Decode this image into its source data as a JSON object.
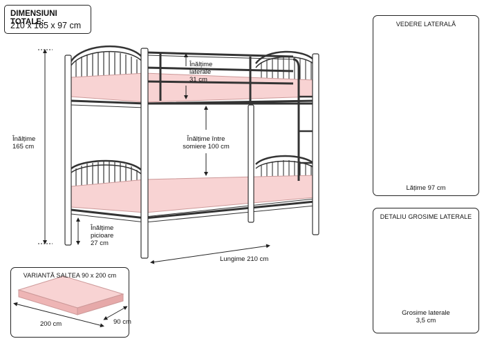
{
  "total": {
    "title": "DIMENSIUNI TOTALE:",
    "value": "210 x 165 x 97 cm"
  },
  "main_labels": {
    "height_line1": "Înălțime",
    "height_line2": "165 cm",
    "rail_line1": "Înălțime",
    "rail_line2": "laterale",
    "rail_line3": "31 cm",
    "between_line1": "Înălțime între",
    "between_line2": "somiere 100 cm",
    "legs_line1": "Înălțime",
    "legs_line2": "picioare",
    "legs_line3": "27 cm",
    "length": "Lungime 210 cm"
  },
  "side_view": {
    "title": "VEDERE LATERALĂ",
    "width_label": "Lățime 97 cm"
  },
  "detail": {
    "title": "DETALIU GROSIME LATERALE",
    "label_line1": "Grosime laterale",
    "label_line2": "3,5 cm"
  },
  "mattress": {
    "title": "VARIANTĂ SALTEA 90 x 200 cm",
    "length_label": "200 cm",
    "width_label": "90 cm"
  },
  "colors": {
    "mattress_pink": "#f8d3d3",
    "frame_white": "#ffffff",
    "outline": "#333333"
  }
}
